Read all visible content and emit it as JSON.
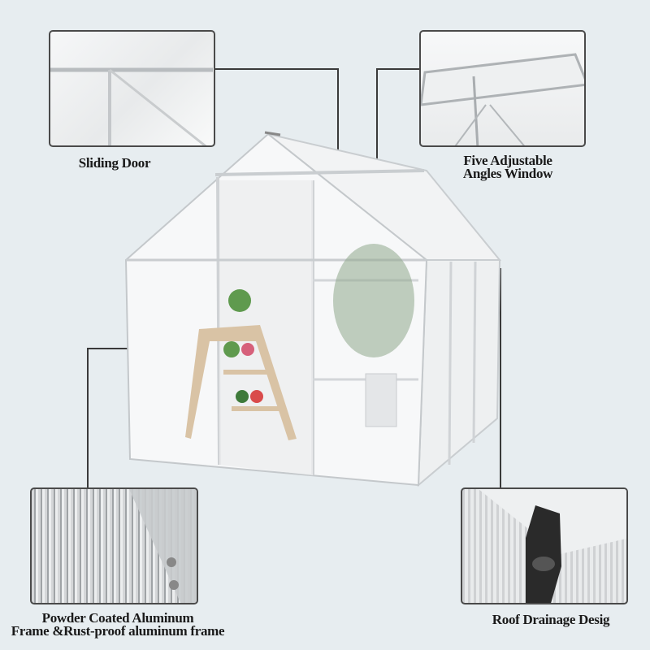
{
  "features": [
    {
      "id": "sliding-door",
      "label": "Sliding Door"
    },
    {
      "id": "window",
      "label_lines": [
        "Five Adjustable",
        "Angles Window"
      ]
    },
    {
      "id": "frame",
      "label_lines": [
        "Powder Coated Aluminum",
        "Frame &Rust-proof aluminum frame"
      ]
    },
    {
      "id": "drainage",
      "label": "Roof Drainage Desig"
    }
  ],
  "colors": {
    "background": "#e7edf0",
    "border": "#4a4a4a",
    "text": "#1a1a1a"
  }
}
